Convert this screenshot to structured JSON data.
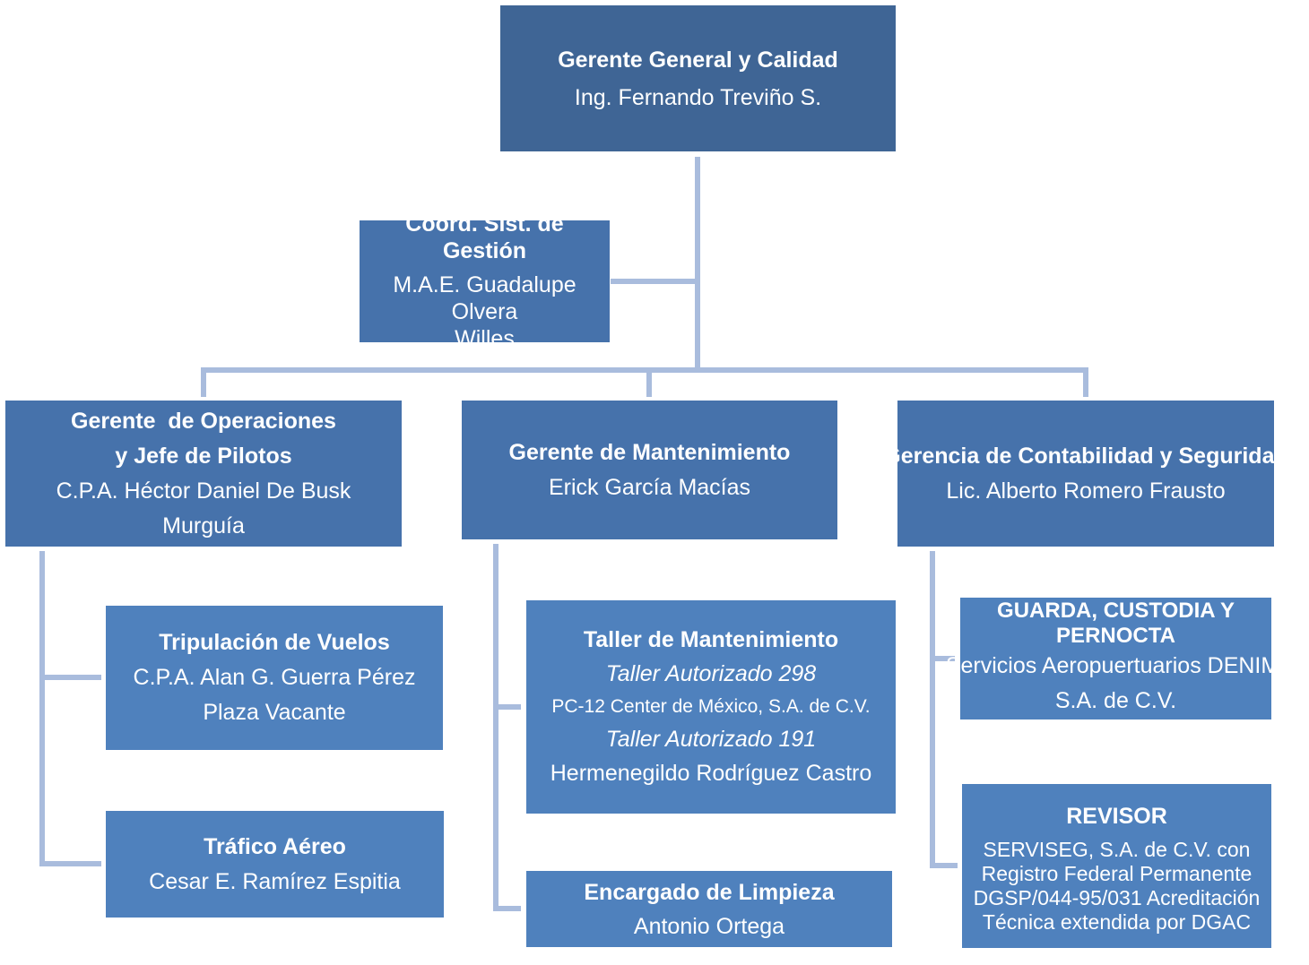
{
  "colors": {
    "top_box": "#3f6595",
    "manager_box": "#4672ab",
    "staff_box": "#4f81bd",
    "connector": "#a9bcdd",
    "text": "#ffffff"
  },
  "nodes": {
    "general": {
      "title": "Gerente General y Calidad",
      "name": "Ing. Fernando Treviño S."
    },
    "coord": {
      "title": "Coord. Sist. de Gestión",
      "name_line1": "M.A.E. Guadalupe Olvera",
      "name_line2": "Willes"
    },
    "operaciones": {
      "title_line1": "Gerente  de Operaciones",
      "title_line2": "y Jefe de Pilotos",
      "name": "C.P.A. Héctor Daniel De Busk Murguía"
    },
    "mantenimiento": {
      "title": "Gerente de Mantenimiento",
      "name": "Erick García Macías"
    },
    "contabilidad": {
      "title": "Gerencia de Contabilidad y Seguridad",
      "name": "Lic. Alberto Romero Frausto"
    },
    "tripulacion": {
      "title": "Tripulación de Vuelos",
      "name_line1": "C.P.A. Alan G. Guerra Pérez",
      "name_line2": "Plaza Vacante"
    },
    "trafico": {
      "title": "Tráfico Aéreo",
      "name": "Cesar E. Ramírez Espitia"
    },
    "taller": {
      "title": "Taller de Mantenimiento",
      "line1": "Taller Autorizado 298",
      "line2": "PC-12 Center de México, S.A. de C.V.",
      "line3": "Taller Autorizado 191",
      "line4": "Hermenegildo Rodríguez Castro"
    },
    "limpieza": {
      "title": "Encargado de Limpieza",
      "name": "Antonio Ortega"
    },
    "guarda": {
      "title_line1": "GUARDA, CUSTODIA Y",
      "title_line2": "PERNOCTA",
      "name_line1": "Servicios Aeropuertuarios DENIM,",
      "name_line2": "S.A. de C.V."
    },
    "revisor": {
      "title": "REVISOR",
      "line1": "SERVISEG, S.A. de C.V. con",
      "line2": "Registro Federal Permanente",
      "line3": "DGSP/044-95/031 Acreditación",
      "line4": "Técnica extendida por DGAC"
    }
  }
}
